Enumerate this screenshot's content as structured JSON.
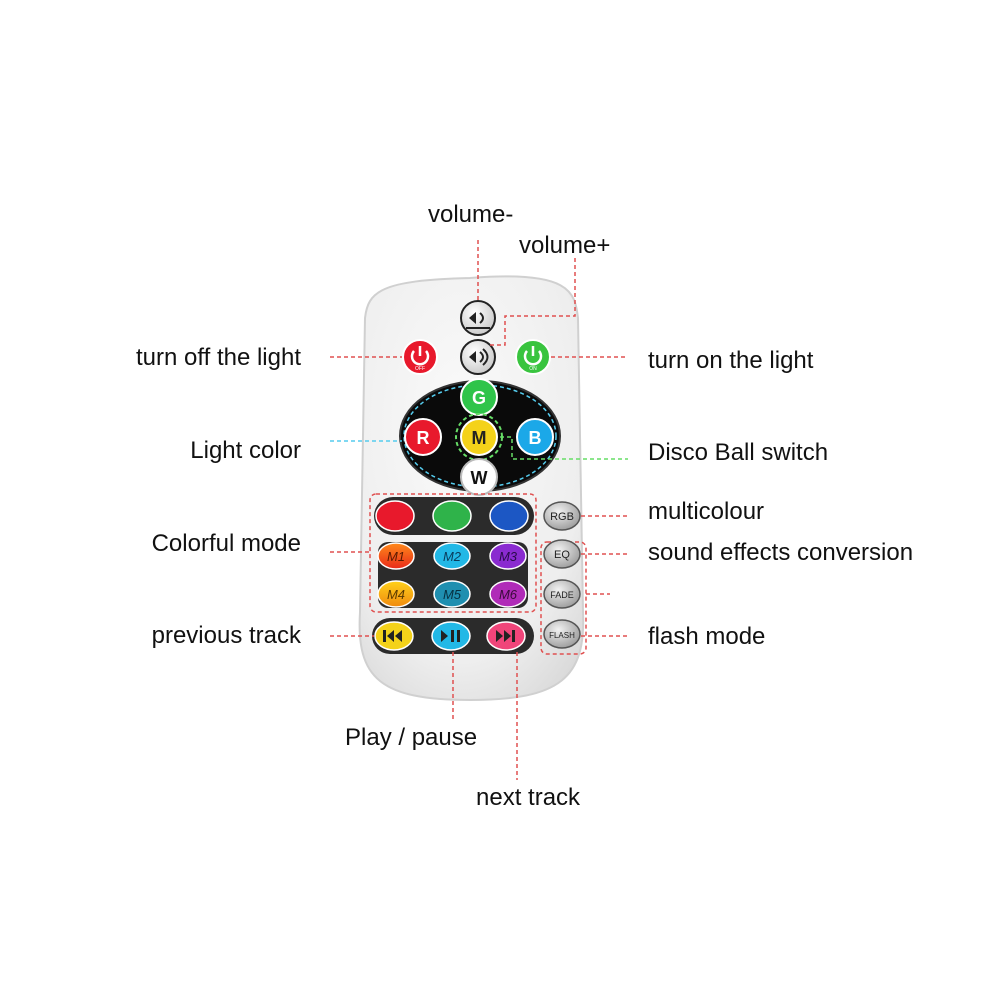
{
  "labels": {
    "volume_down": "volume-",
    "volume_up": "volume+",
    "turn_off": "turn off the light",
    "turn_on": "turn on the light",
    "light_color": "Light color",
    "disco_ball": "Disco Ball switch",
    "multicolour": "multicolour",
    "colorful_mode": "Colorful mode",
    "sound_effects": "sound effects conversion",
    "previous_track": "previous track",
    "flash_mode": "flash mode",
    "play_pause": "Play / pause",
    "next_track": "next track"
  },
  "remote": {
    "ring_buttons": {
      "g": "G",
      "r": "R",
      "m": "M",
      "b": "B",
      "w": "W"
    },
    "mode_buttons": [
      "M1",
      "M2",
      "M3",
      "M4",
      "M5",
      "M6"
    ],
    "side_buttons": {
      "rgb": "RGB",
      "eq": "EQ",
      "fade": "FADE",
      "flash": "FLASH"
    },
    "power_off_text": "OFF",
    "power_on_text": "ON"
  },
  "colors": {
    "leader_red": "#e05050",
    "leader_cyan": "#55ccee",
    "leader_green": "#66dd66",
    "red": "#e8192c",
    "green": "#2fb34a",
    "blue": "#1c57c4",
    "yellow": "#f4d21a",
    "cyan": "#22b8e6",
    "purple": "#8a2bd0",
    "orange": "#f5a01a",
    "teal": "#1f8fb0",
    "magenta": "#b02bb8",
    "pink": "#f0457a"
  }
}
